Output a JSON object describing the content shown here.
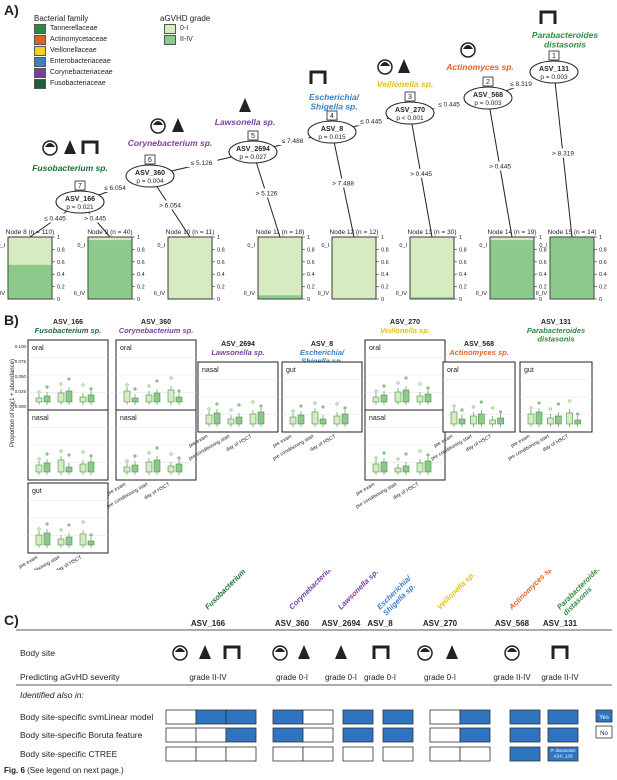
{
  "panel_labels": [
    "A)",
    "B)",
    "C)"
  ],
  "legend": {
    "family_title": "Bacterial family",
    "families": [
      {
        "name": "Tannerellaceae",
        "color": "#2e8b3e"
      },
      {
        "name": "Actinomycetaceae",
        "color": "#e0622a"
      },
      {
        "name": "Veillonellaceae",
        "color": "#f2d21b"
      },
      {
        "name": "Enterobacteriaceae",
        "color": "#3a7fc4"
      },
      {
        "name": "Corynebacteriaceae",
        "color": "#7b3fa0"
      },
      {
        "name": "Fusobacteriaceae",
        "color": "#1b5e3a"
      }
    ],
    "grade_title": "aGVHD grade",
    "grades": [
      {
        "name": "0-I",
        "color": "#d6ecc0"
      },
      {
        "name": "II-IV",
        "color": "#8cc98a"
      }
    ]
  },
  "tree": {
    "taxa": [
      {
        "name": "Fusobacterium sp.",
        "color": "#1b6e3a"
      },
      {
        "name": "Corynebacterium sp.",
        "color": "#7b3fa0"
      },
      {
        "name": "Lawsonella sp.",
        "color": "#7b3fa0"
      },
      {
        "name": "Escherichia/\nShigella sp.",
        "color": "#3a7fc4"
      },
      {
        "name": "Veillonella sp.",
        "color": "#e6c01b"
      },
      {
        "name": "Actinomyces sp.",
        "color": "#e0622a"
      },
      {
        "name": "Parabacteroides\ndistasonis",
        "color": "#2e8b3e"
      }
    ],
    "splits": [
      {
        "id": "1",
        "var": "ASV_131",
        "p": "p = 0.003"
      },
      {
        "id": "2",
        "var": "ASV_568",
        "p": "p = 0.003"
      },
      {
        "id": "3",
        "var": "ASV_270",
        "p": "p < 0.001"
      },
      {
        "id": "4",
        "var": "ASV_8",
        "p": "p = 0.015"
      },
      {
        "id": "5",
        "var": "ASV_2694",
        "p": "p = 0.027"
      },
      {
        "id": "6",
        "var": "ASV_360",
        "p": "p = 0.004"
      },
      {
        "id": "7",
        "var": "ASV_166",
        "p": "p = 0.021"
      }
    ],
    "edges": [
      {
        "left": "≤ 8.319",
        "right": "> 8.319"
      },
      {
        "left": "≤ 0.445",
        "right": "> 0.445"
      },
      {
        "left": "≤ 0.445",
        "right": "> 0.445"
      },
      {
        "left": "≤ 7.488",
        "right": "> 7.488"
      },
      {
        "left": "≤ 5.126",
        "right": "> 5.126"
      },
      {
        "left": "≤ 6.054",
        "right": "> 6.054"
      },
      {
        "left": "≤ 0.445",
        "right": "> 0.445"
      }
    ],
    "leaves": [
      {
        "label": "Node 8 (n = 110)",
        "fraction_II_IV": 0.55
      },
      {
        "label": "Node 9 (n = 40)",
        "fraction_II_IV": 0.95
      },
      {
        "label": "Node 10 (n = 11)",
        "fraction_II_IV": 0.0
      },
      {
        "label": "Node 11 (n = 18)",
        "fraction_II_IV": 0.06
      },
      {
        "label": "Node 12 (n = 12)",
        "fraction_II_IV": 0.0
      },
      {
        "label": "Node 13 (n = 30)",
        "fraction_II_IV": 0.03
      },
      {
        "label": "Node 14 (n = 19)",
        "fraction_II_IV": 0.95
      },
      {
        "label": "Node 15 (n = 14)",
        "fraction_II_IV": 1.0
      }
    ],
    "leaf_axis_labels": {
      "top": "0_I",
      "bottom": "II_IV"
    },
    "leaf_ticks": [
      "1",
      "0.8",
      "0.6",
      "0.4",
      "0.2",
      "0"
    ]
  },
  "panel_b": {
    "ylabel": "Proportion of log(1 + abundance)",
    "yticks": [
      "0.100",
      "0.075",
      "0.050",
      "0.025",
      "0.000"
    ],
    "xticks": [
      "pre exam",
      "pre conditioning start",
      "day of HSCT"
    ],
    "columns": [
      {
        "asv": "ASV_166",
        "taxon": "Fusobacterium sp.",
        "color": "#1b6e3a",
        "sites": [
          "oral",
          "nasal",
          "gut"
        ]
      },
      {
        "asv": "ASV_360",
        "taxon": "Corynebacterium sp.",
        "color": "#7b3fa0",
        "sites": [
          "oral",
          "nasal"
        ]
      },
      {
        "asv": "ASV_2694",
        "taxon": "Lawsonella sp.",
        "color": "#7b3fa0",
        "sites": [
          "nasal"
        ]
      },
      {
        "asv": "ASV_8",
        "taxon": "Escherichia/\nShigella sp.",
        "color": "#3a7fc4",
        "sites": [
          "gut"
        ]
      },
      {
        "asv": "ASV_270",
        "taxon": "Veillonella sp.",
        "color": "#e6c01b",
        "sites": [
          "oral",
          "nasal"
        ]
      },
      {
        "asv": "ASV_568",
        "taxon": "Actinomyces sp.",
        "color": "#e0622a",
        "sites": [
          "oral"
        ]
      },
      {
        "asv": "ASV_131",
        "taxon": "Parabacteroides\ndistasonis",
        "color": "#2e8b3e",
        "sites": [
          "gut"
        ]
      }
    ]
  },
  "panel_c": {
    "rows": {
      "body_site": "Body site",
      "predicting": "Predicting aGvHD severity",
      "identified": "Identified also in:",
      "svm": "Body site-specific svmLinear model",
      "boruta": "Body site-specific Boruta feature",
      "ctree": "Body site-specific CTREE"
    },
    "columns": [
      {
        "asv": "ASV_166",
        "taxon": "Fusobacterium sp.",
        "color": "#1b6e3a",
        "grade": "grade II-IV"
      },
      {
        "asv": "ASV_360",
        "taxon": "Corynebacterium sp.",
        "color": "#7b3fa0",
        "grade": "grade 0-I"
      },
      {
        "asv": "ASV_2694",
        "taxon": "Lawsonella sp.",
        "color": "#7b3fa0",
        "grade": "grade 0-I"
      },
      {
        "asv": "ASV_8",
        "taxon": "Escherichia/\nShigella sp.",
        "color": "#3a7fc4",
        "grade": "grade 0-I"
      },
      {
        "asv": "ASV_270",
        "taxon": "Veillonella sp.",
        "color": "#e6c01b",
        "grade": "grade 0-I"
      },
      {
        "asv": "ASV_568",
        "taxon": "Actinomyces sp.",
        "color": "#e0622a",
        "grade": "grade II-IV"
      },
      {
        "asv": "ASV_131",
        "taxon": "Parabacteroides\ndistasonis",
        "color": "#2e8b3e",
        "grade": "grade II-IV"
      }
    ],
    "legend": {
      "yes": "Yes",
      "no": "No"
    },
    "ctree_note": "P. distasonis\nASV_129"
  },
  "caption": {
    "bold": "Fig. 6",
    "text": " (See legend on next page.)"
  }
}
